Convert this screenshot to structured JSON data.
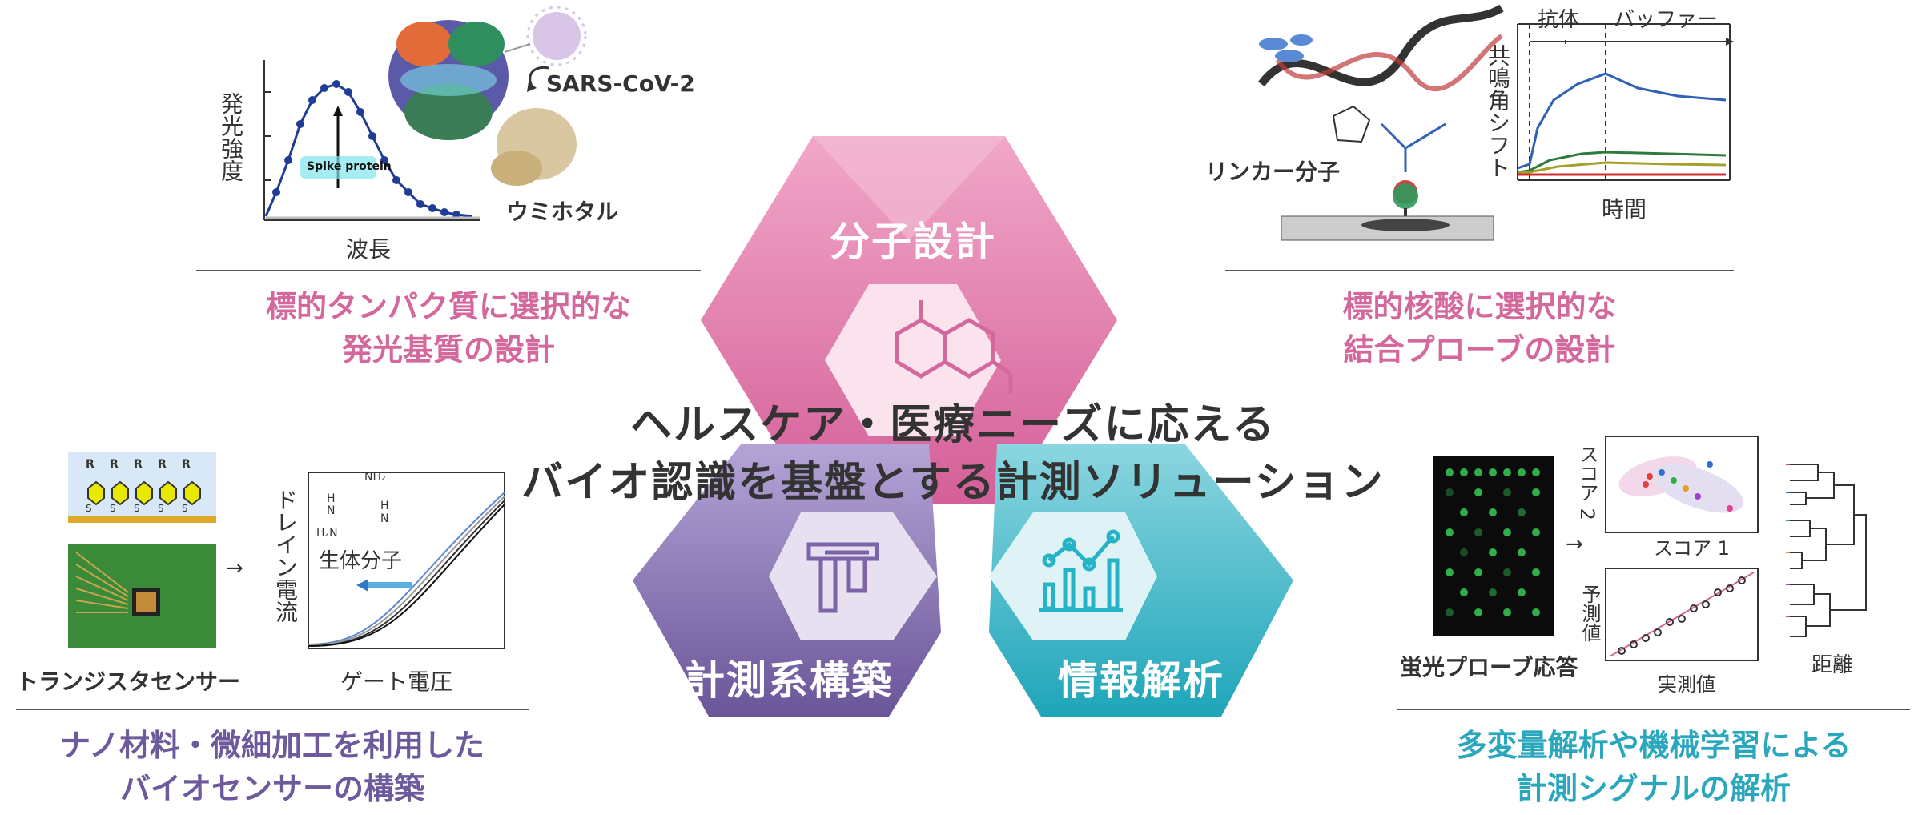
{
  "center": {
    "heading_line1": "ヘルスケア・医療ニーズに応える",
    "heading_line2": "バイオ認識を基盤とする計測ソリューション"
  },
  "hexagons": {
    "top": {
      "label": "分子設計",
      "color": "#df79ab"
    },
    "left": {
      "label": "計測系構築",
      "color": "#7b64a8"
    },
    "right": {
      "label": "情報解析",
      "color": "#27b3c6"
    }
  },
  "panel_top_left": {
    "title_line1": "標的タンパク質に選択的な",
    "title_line2": "発光基質の設計",
    "y_label": "発光強度",
    "x_label": "波長",
    "peak_label": "Spike protein",
    "virus_label": "SARS-CoV-2",
    "organism_label": "ウミホタル"
  },
  "panel_top_right": {
    "title_line1": "標的核酸に選択的な",
    "title_line2": "結合プローブの設計",
    "linker_label": "リンカー分子",
    "y_label": "共鳴角シフト",
    "x_label": "時間",
    "phase1": "抗体",
    "phase2": "バッファー"
  },
  "panel_bottom_left": {
    "title_line1": "ナノ材料・微細加工を利用した",
    "title_line2": "バイオセンサーの構築",
    "device_label": "トランジスタセンサー",
    "y_label": "ドレイン電流",
    "x_label": "ゲート電圧",
    "curve_label": "生体分子",
    "chain_labels": [
      "R",
      "R",
      "R",
      "R",
      "R"
    ],
    "anchor_labels": [
      "S",
      "S",
      "S",
      "S",
      "S"
    ],
    "molecule_labels": [
      "NH₂",
      "H",
      "N",
      "H₂N",
      "N",
      "H"
    ]
  },
  "panel_bottom_right": {
    "title_line1": "多変量解析や機械学習による",
    "title_line2": "計測シグナルの解析",
    "array_label": "蛍光プローブ応答",
    "score_y": "スコア 2",
    "score_x": "スコア 1",
    "pred_y": "予測値",
    "pred_x": "実測値",
    "dendro_label": "距離"
  }
}
